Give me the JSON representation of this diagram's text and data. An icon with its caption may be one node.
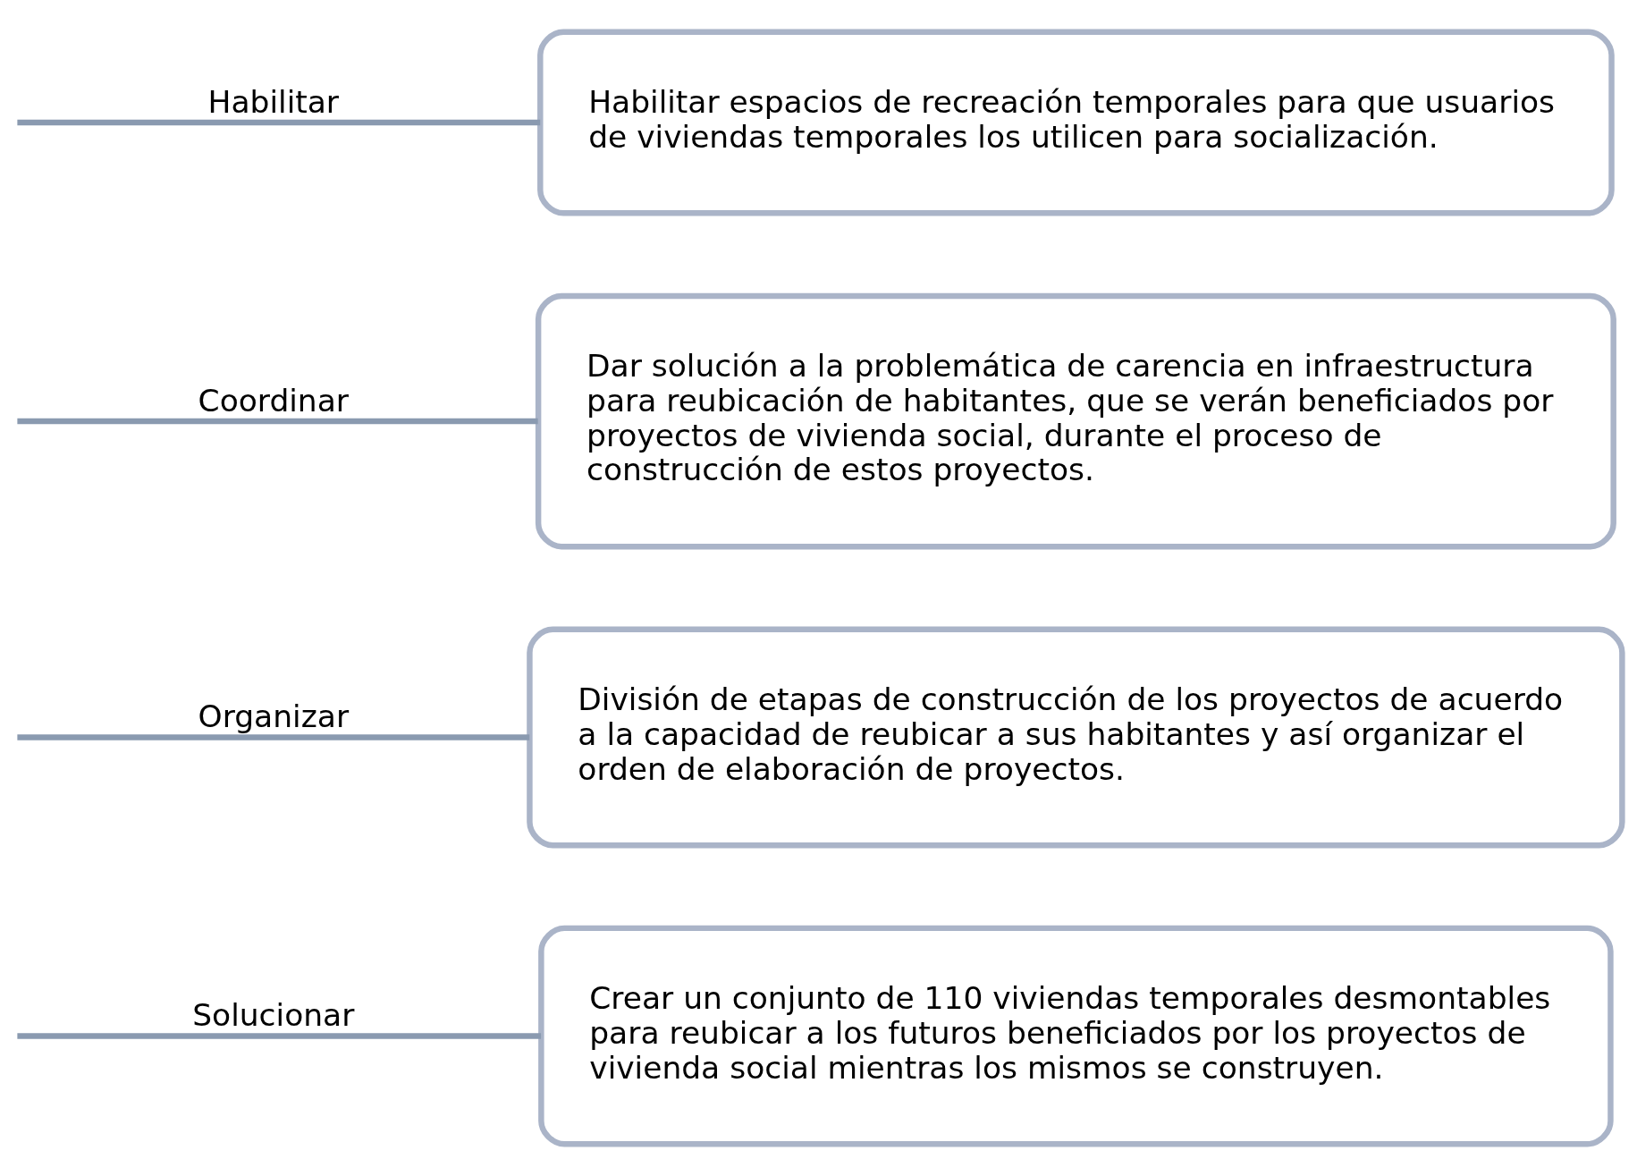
{
  "diagram": {
    "nodes": [
      {
        "text": [
          "Crear un conjunto de 110 viviendas temporales desmontables para reubicar a los futuros beneficiados por los proyectos de vivienda social mientras los mismos se construyen."
        ]
      },
      {
        "text": [
          "División de etapas de construcción de los proyectos de acuerdo a la capacidad de reubicar a sus habitantes y así organizar el orden de elaboración de proyectos."
        ]
      },
      {
        "text": [
          "Dar solución a la problemática de carencia en infraestructura para reubicación de habitantes, que se verán beneficiados por proyectos de vivienda social, durante el proceso de construcción de estos proyectos."
        ]
      },
      {
        "text": [
          "Habilitar espacios de recreación temporales para que usuarios de viviendas temporales los utilicen para socialización."
        ]
      }
    ],
    "edges": [
      {
        "from": null,
        "to": 0,
        "arrow": "none",
        "label": "Solucionar"
      },
      {
        "from": null,
        "to": 1,
        "arrow": "none",
        "label": "Organizar"
      },
      {
        "from": null,
        "to": 2,
        "arrow": "none",
        "label": "Coordinar"
      },
      {
        "from": null,
        "to": 3,
        "arrow": "none",
        "label": "Habilitar"
      }
    ]
  }
}
